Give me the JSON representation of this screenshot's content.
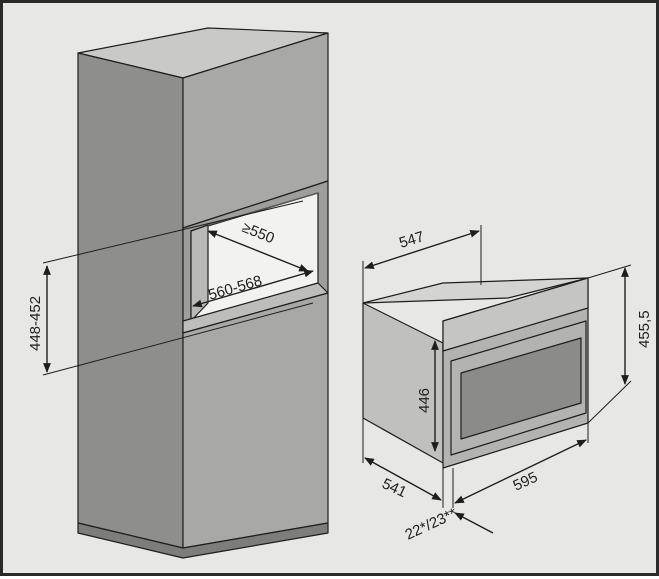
{
  "diagram": {
    "type": "installation-dimension-drawing",
    "subjects": [
      "tall-cabinet-with-niche",
      "built-in-oven"
    ],
    "colors": {
      "background": "#e7e7e5",
      "cabinet_front": "#a8a8a6",
      "cabinet_side": "#8e8e8c",
      "line": "#1e1e1e",
      "window": "#8b8b89"
    }
  },
  "niche": {
    "height_label": "448-452",
    "depth_label": "≥550",
    "width_label": "560-568"
  },
  "appliance": {
    "depth_label": "547",
    "height_total_label": "455,5",
    "height_body_label": "446",
    "front_width_label": "595",
    "body_depth_label": "541",
    "front_offset_label": "22*/23**"
  }
}
